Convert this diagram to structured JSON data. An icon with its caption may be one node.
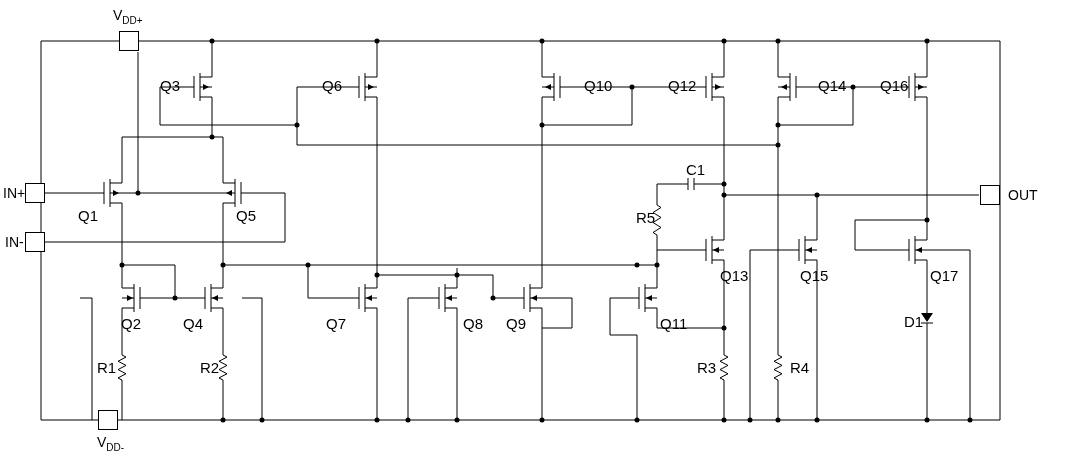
{
  "diagram": {
    "nodes": [
      {
        "text": [
          "V$_{DD+}$"
        ]
      },
      {
        "text": [
          "IN+"
        ]
      },
      {
        "text": [
          "IN-"
        ]
      },
      {
        "text": [
          "OUT"
        ]
      },
      {
        "text": [
          "V$_{DD-}$"
        ]
      }
    ],
    "labels": [
      "Q3",
      "Q6",
      "Q10",
      "Q12",
      "Q14",
      "Q16",
      "C1",
      "Q1",
      "Q5",
      "R5",
      "Q13",
      "Q15",
      "Q17",
      "Q2",
      "Q4",
      "Q7",
      "Q8",
      "Q9",
      "Q11",
      "D1",
      "R1",
      "R2",
      "R3",
      "R4"
    ]
  }
}
